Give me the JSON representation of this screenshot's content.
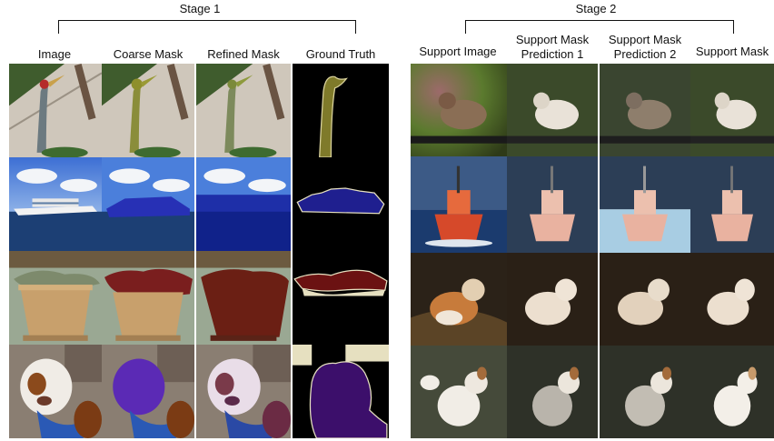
{
  "stage1": {
    "title": "Stage 1",
    "columns": [
      "Image",
      "Coarse Mask",
      "Refined Mask",
      "Ground Truth"
    ]
  },
  "stage2": {
    "title": "Stage 2",
    "columns": [
      "Support Image",
      "Support Mask\nPrediction 1",
      "Support Mask\nPrediction 2",
      "Support Mask"
    ]
  }
}
